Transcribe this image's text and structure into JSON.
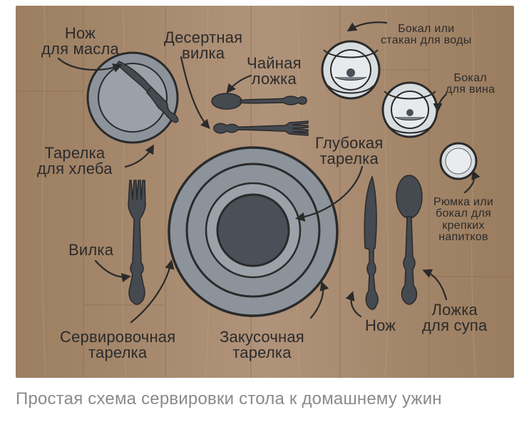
{
  "labels": {
    "butter_knife": [
      "Нож",
      "для масла"
    ],
    "dessert_fork": [
      "Десертная",
      "вилка"
    ],
    "teaspoon": [
      "Чайная",
      "ложка"
    ],
    "water_glass": [
      "Бокал или",
      "стакан для воды"
    ],
    "wine_glass": [
      "Бокал",
      "для вина"
    ],
    "bread_plate": [
      "Тарелка",
      "для хлеба"
    ],
    "soup_plate": [
      "Глубокая",
      "тарелка"
    ],
    "shot_glass": [
      "Рюмка или",
      "бокал для",
      "крепких",
      "напитков"
    ],
    "fork": [
      "Вилка"
    ],
    "knife": [
      "Нож"
    ],
    "soup_spoon": [
      "Ложка",
      "для супа"
    ],
    "charger_plate": [
      "Сервировочная",
      "тарелка"
    ],
    "appetizer_plate": [
      "Закусочная",
      "тарелка"
    ]
  },
  "caption": "Простая схема сервировки стола к домашнему ужин",
  "colors": {
    "wood": "#a88a6a",
    "plate": "#8c939b",
    "plate_dark": "#4a5058",
    "outline": "#2a2a2a",
    "cutlery": "#454950",
    "glass": "#d8dde0",
    "text": "#2b2b2b",
    "caption": "#8a8a8a"
  }
}
